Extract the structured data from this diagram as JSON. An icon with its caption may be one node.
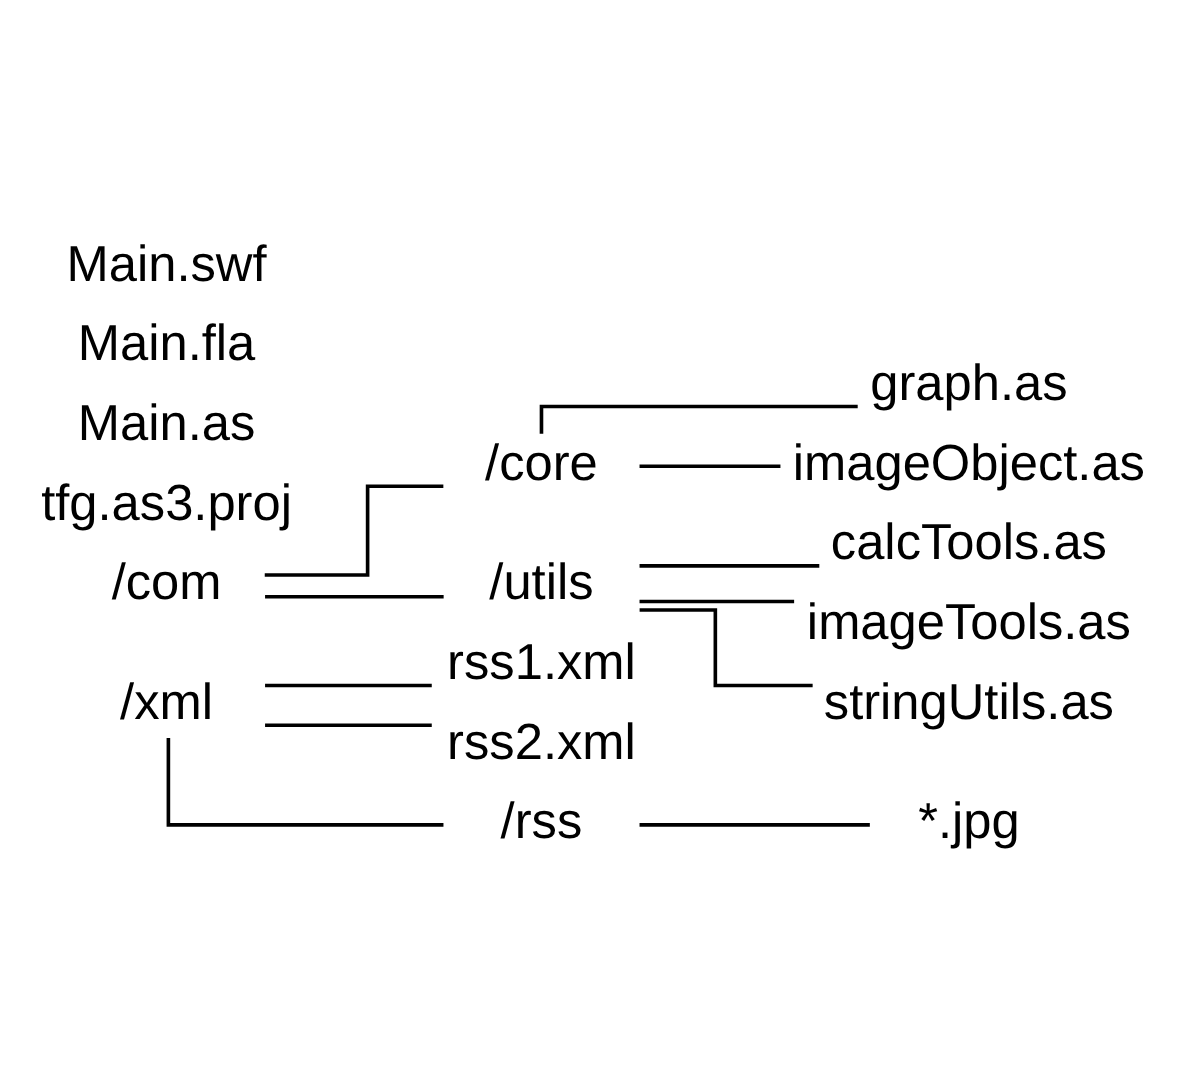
{
  "diagram": {
    "nodes": [
      {
        "text": [
          "Main.swf"
        ]
      },
      {
        "text": [
          "Main.fla"
        ]
      },
      {
        "text": [
          "Main.as"
        ]
      },
      {
        "text": [
          "tfg.as3.proj"
        ]
      },
      {
        "text": [
          "/com"
        ]
      },
      {
        "text": [
          "/core"
        ]
      },
      {
        "text": [
          "graph.as"
        ]
      },
      {
        "text": [
          "imageObject.as"
        ]
      },
      {
        "text": [
          "/utils"
        ]
      },
      {
        "text": [
          "calcTools.as"
        ]
      },
      {
        "text": [
          "imageTools.as"
        ]
      },
      {
        "text": [
          "stringUtils.as"
        ]
      },
      {
        "text": [
          "/xml"
        ]
      },
      {
        "text": [
          "rss1.xml"
        ]
      },
      {
        "text": [
          "rss2.xml"
        ]
      },
      {
        "text": [
          "/rss"
        ]
      },
      {
        "text": [
          "*.jpg"
        ]
      }
    ],
    "edges": [
      {
        "from": 4,
        "to": 5,
        "arrow": "none"
      },
      {
        "from": 4,
        "to": 8,
        "arrow": "none"
      },
      {
        "from": 5,
        "to": 6,
        "arrow": "none"
      },
      {
        "from": 5,
        "to": 7,
        "arrow": "none"
      },
      {
        "from": 8,
        "to": 9,
        "arrow": "none"
      },
      {
        "from": 8,
        "to": 10,
        "arrow": "none"
      },
      {
        "from": 8,
        "to": 11,
        "arrow": "none"
      },
      {
        "from": 12,
        "to": 13,
        "arrow": "none"
      },
      {
        "from": 12,
        "to": 14,
        "arrow": "none"
      },
      {
        "from": 12,
        "to": 15,
        "arrow": "none"
      },
      {
        "from": 15,
        "to": 16,
        "arrow": "none"
      }
    ]
  }
}
